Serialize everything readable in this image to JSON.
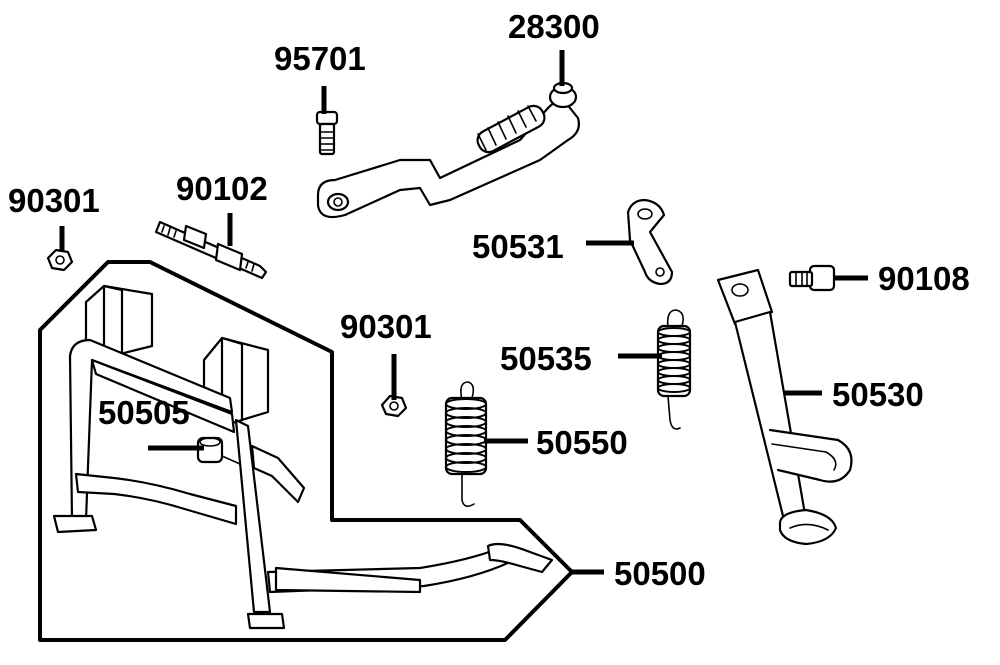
{
  "labels": {
    "p28300": "28300",
    "p95701": "95701",
    "p90102": "90102",
    "p90301_left": "90301",
    "p50531": "50531",
    "p90108": "90108",
    "p90301_mid": "90301",
    "p50535": "50535",
    "p50530": "50530",
    "p50505": "50505",
    "p50550": "50550",
    "p50500": "50500"
  }
}
